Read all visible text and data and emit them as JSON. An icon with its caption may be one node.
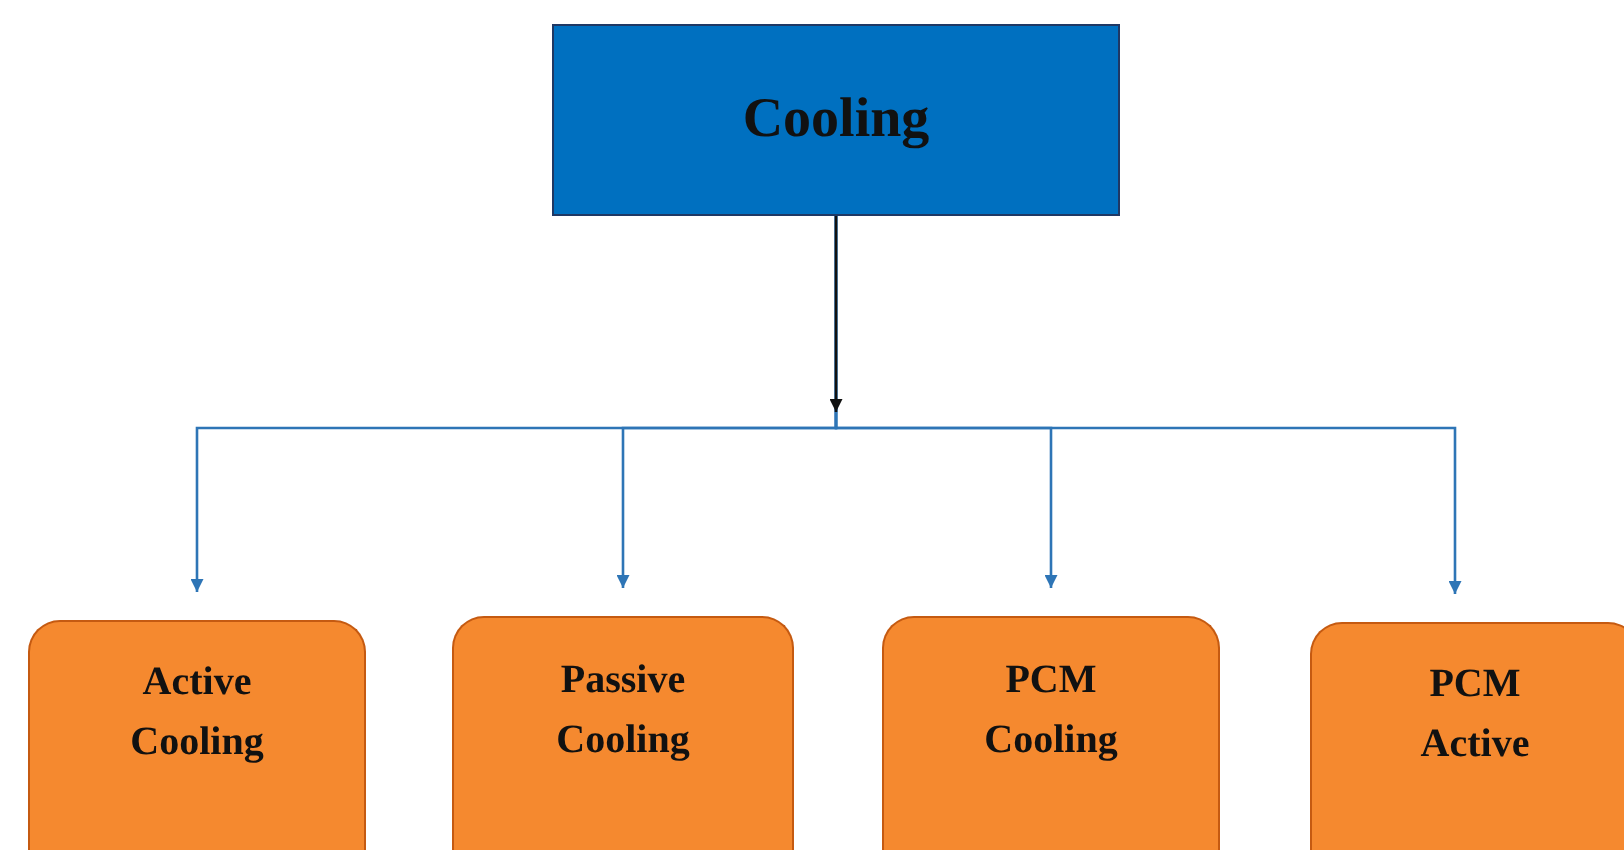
{
  "diagram": {
    "nodes": [
      {
        "text": [
          "Cooling"
        ]
      },
      {
        "text": [
          "Active Cooling"
        ]
      },
      {
        "text": [
          "Passive Cooling"
        ]
      },
      {
        "text": [
          "PCM Cooling"
        ]
      },
      {
        "text": [
          "PCM Active"
        ]
      }
    ],
    "edges": [
      {
        "from": 0,
        "to": 1,
        "arrow": "to"
      },
      {
        "from": 0,
        "to": 2,
        "arrow": "to"
      },
      {
        "from": 0,
        "to": 3,
        "arrow": "to"
      },
      {
        "from": 0,
        "to": 4,
        "arrow": "to"
      }
    ]
  }
}
